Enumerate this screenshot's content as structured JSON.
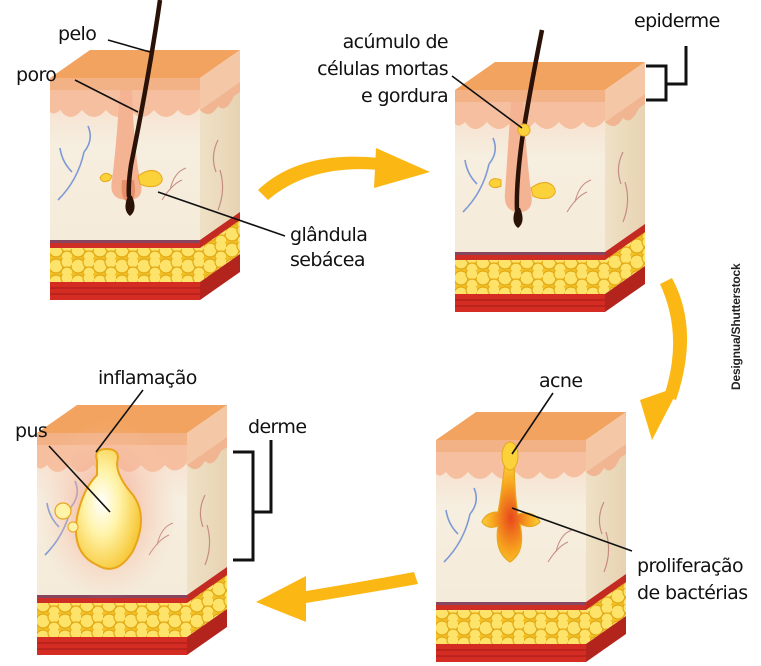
{
  "labels": {
    "pelo": "pelo",
    "poro": "poro",
    "glandula": [
      "glândula",
      "sebácea"
    ],
    "acumulo": [
      "acúmulo de",
      "células mortas",
      "e gordura"
    ],
    "epiderme": "epiderme",
    "inflamacao": "inflamação",
    "pus": "pus",
    "derme": "derme",
    "acne": "acne",
    "proliferacao": [
      "proliferação",
      "de bactérias"
    ]
  },
  "credit": "Designua/Shutterstock",
  "colors": {
    "epidermis_top": "#f2a35f",
    "epidermis_front": "#f6c9a3",
    "dermis": "#f6eedc",
    "fat": "#f8d437",
    "muscle": "#d42b22",
    "arrow": "#fbb714",
    "hair": "#2a1208",
    "sebum": "#fbd23a",
    "pus": "#fff0a0",
    "inflammation": "#f28a6a"
  }
}
